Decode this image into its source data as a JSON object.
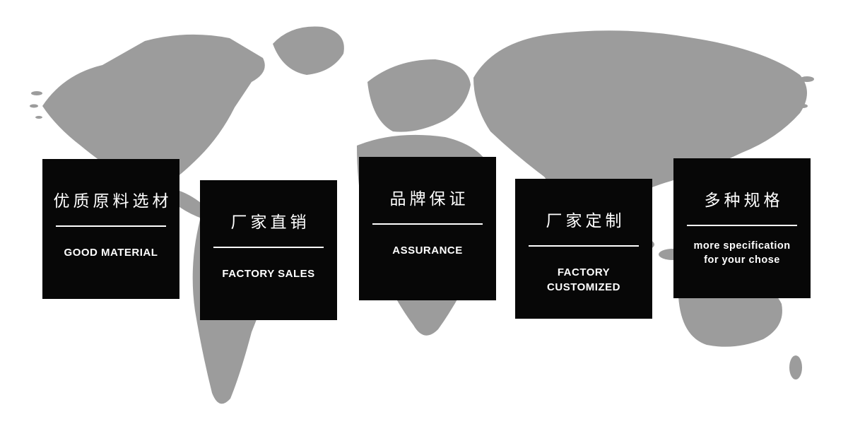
{
  "banner": {
    "map_color": "#9c9c9c",
    "card_background": "#070707",
    "text_color": "#ffffff"
  },
  "cards": [
    {
      "title": "优质原料选材",
      "subtitle": "GOOD MATERIAL"
    },
    {
      "title": "厂家直销",
      "subtitle": "FACTORY SALES"
    },
    {
      "title": "品牌保证",
      "subtitle": "ASSURANCE"
    },
    {
      "title": "厂家定制",
      "subtitle": "FACTORY CUSTOMIZED"
    },
    {
      "title": "多种规格",
      "subtitle": "more specification\nfor your chose"
    }
  ]
}
